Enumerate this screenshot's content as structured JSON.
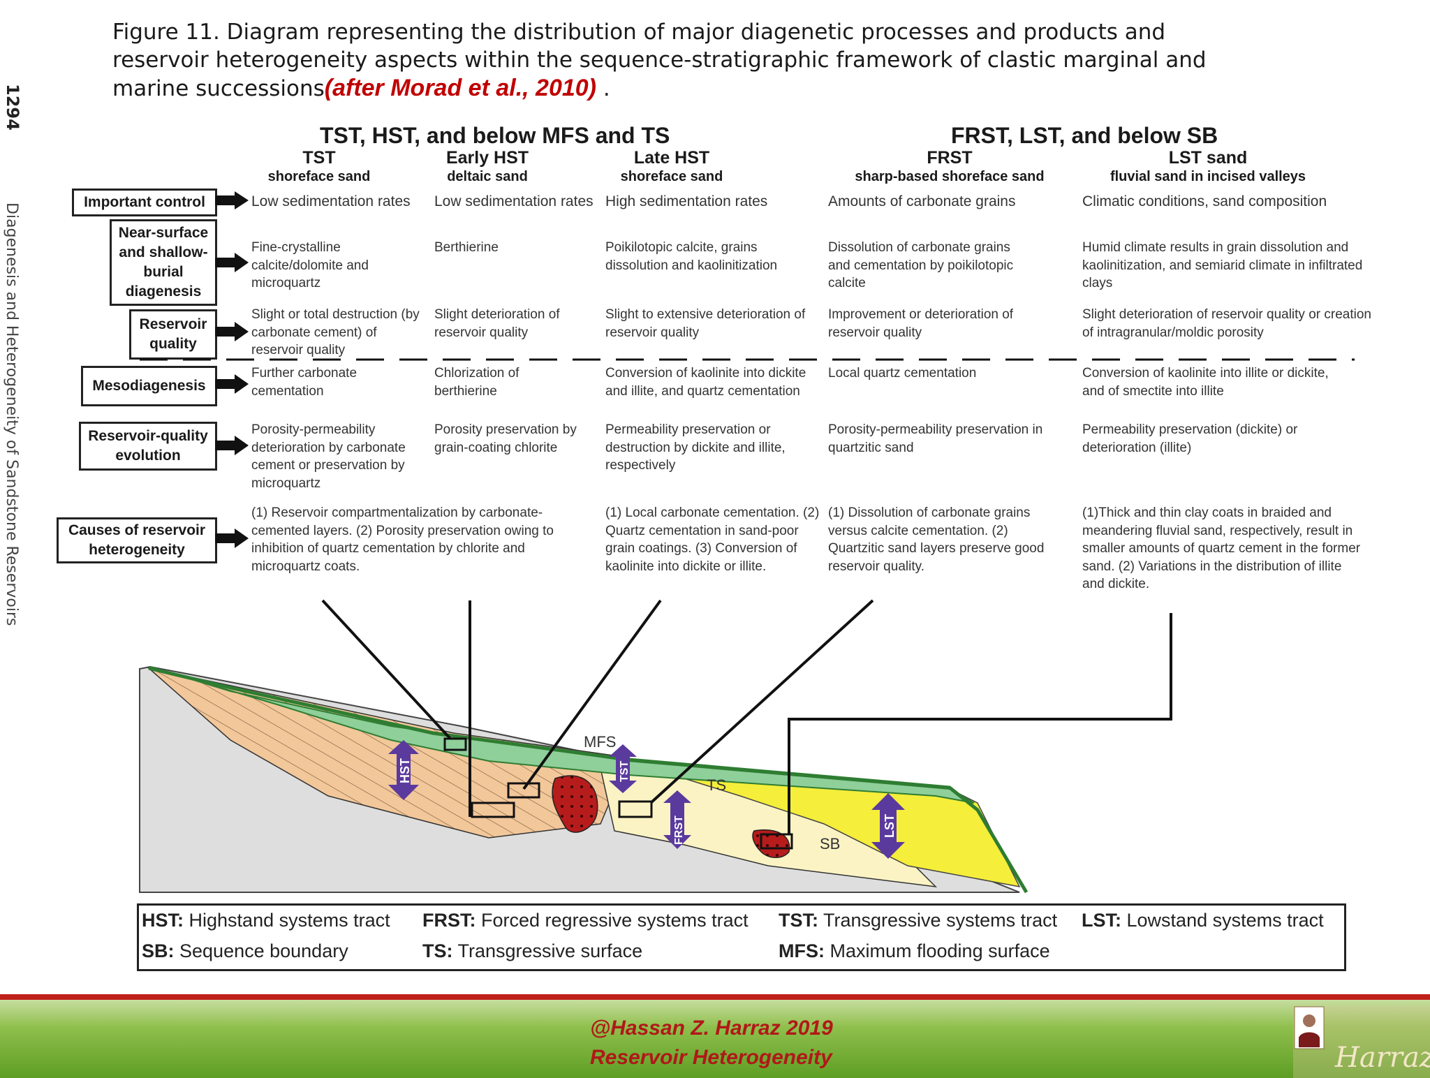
{
  "caption": {
    "text": "Figure 11. Diagram representing the distribution of major diagenetic processes and products and reservoir heterogeneity aspects within the sequence-stratigraphic framework of clastic marginal and marine successions",
    "reference": "(after Morad et al., 2010)",
    "end": " ."
  },
  "sidebar": {
    "page_number": "1294",
    "running_title": "Diagenesis and Heterogeneity of Sandstone Reservoirs"
  },
  "groups": [
    {
      "title": "TST, HST, and below MFS and TS"
    },
    {
      "title": "FRST, LST, and below SB"
    }
  ],
  "columns": [
    {
      "name": "TST",
      "sub": "shoreface sand"
    },
    {
      "name": "Early HST",
      "sub": "deltaic sand"
    },
    {
      "name": "Late HST",
      "sub": "shoreface sand"
    },
    {
      "name": "FRST",
      "sub": "sharp-based shoreface sand"
    },
    {
      "name": "LST sand",
      "sub": "fluvial sand in incised valleys"
    }
  ],
  "rows": [
    {
      "label": "Important control",
      "cells": [
        "Low sedimentation rates",
        "Low sedimentation rates",
        "High sedimentation rates",
        "Amounts of carbonate grains",
        "Climatic conditions, sand composition"
      ]
    },
    {
      "label": "Near-surface and shallow-burial diagenesis",
      "cells": [
        "Fine-crystalline calcite/dolomite and microquartz",
        "Berthierine",
        "Poikilotopic calcite, grains dissolution and kaolinitization",
        "Dissolution of carbonate grains and cementation by poikilotopic calcite",
        "Humid climate results in grain dissolution and kaolinitization, and semiarid climate in infiltrated clays"
      ]
    },
    {
      "label": "Reservoir quality",
      "cells": [
        "Slight or total destruction (by carbonate cement) of reservoir quality",
        "Slight deterioration of reservoir quality",
        "Slight to extensive deterioration of reservoir quality",
        "Improvement or deterioration of reservoir quality",
        "Slight deterioration of reservoir quality or creation of intragranular/moldic porosity"
      ]
    },
    {
      "label": "Mesodiagenesis",
      "cells": [
        "Further carbonate cementation",
        "Chlorization of berthierine",
        "Conversion of kaolinite into dickite and illite, and quartz cementation",
        "Local quartz cementation",
        "Conversion of kaolinite into illite or dickite, and of smectite into illite"
      ]
    },
    {
      "label": "Reservoir-quality evolution",
      "cells": [
        "Porosity-permeability deterioration by carbonate cement or preservation by microquartz",
        "Porosity preservation by grain-coating chlorite",
        "Permeability preservation or destruction by dickite and illite, respectively",
        "Porosity-permeability preservation in quartzitic sand",
        "Permeability preservation (dickite) or deterioration (illite)"
      ]
    },
    {
      "label": "Causes of reservoir heterogeneity",
      "cells": [
        "(1) Reservoir compartmentalization by carbonate-cemented layers. (2) Porosity preservation owing to inhibition of quartz cementation by chlorite and microquartz coats.",
        "",
        "(1) Local carbonate cementation. (2) Quartz cementation in sand-poor grain coatings. (3) Conversion of kaolinite into dickite or illite.",
        "(1) Dissolution of carbonate grains versus calcite cementation. (2) Quartzitic sand layers preserve good reservoir quality.",
        "(1)Thick and thin clay coats in braided and meandering fluvial sand, respectively, result in smaller amounts of quartz cement in the former sand. (2) Variations in the distribution of illite and dickite."
      ]
    }
  ],
  "cross_section": {
    "labels": {
      "mfs": "MFS",
      "ts": "TS",
      "sb": "SB",
      "hst": "HST",
      "tst": "TST",
      "frst": "FRST",
      "lst": "LST"
    },
    "colors": {
      "green_shelf": "#8fcf9a",
      "dark_green": "#2e7d32",
      "tan_sand": "#f2c79a",
      "cream": "#fbf3c4",
      "yellow": "#f5ee3a",
      "red_cement": "#b71c1c",
      "purple_arrow": "#5b3a9e",
      "bedrock": "#dedede"
    }
  },
  "legend": [
    {
      "abbr": "HST:",
      "text": "Highstand systems tract"
    },
    {
      "abbr": "FRST:",
      "text": "Forced regressive systems tract"
    },
    {
      "abbr": "TST:",
      "text": "Transgressive systems tract"
    },
    {
      "abbr": "LST:",
      "text": "Lowstand systems tract"
    },
    {
      "abbr": "SB:",
      "text": "Sequence boundary"
    },
    {
      "abbr": "TS:",
      "text": "Transgressive surface"
    },
    {
      "abbr": "MFS:",
      "text": "Maximum flooding surface"
    }
  ],
  "footer": {
    "line1": "@Hassan Z. Harraz 2019",
    "line2": "Reservoir Heterogeneity",
    "logo_text": "Harraz"
  }
}
